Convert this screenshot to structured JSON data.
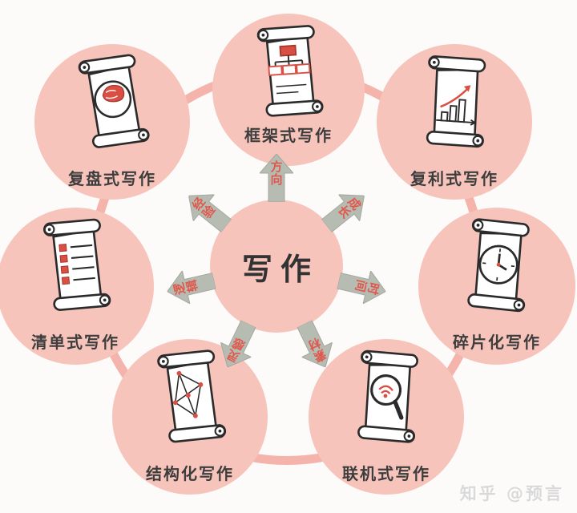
{
  "center": {
    "label": "写作"
  },
  "nodes": [
    {
      "position": "top",
      "label": "框架式写作",
      "icon": "org-chart-icon"
    },
    {
      "position": "top-right",
      "label": "复利式写作",
      "icon": "growth-chart-icon"
    },
    {
      "position": "right",
      "label": "碎片化写作",
      "icon": "clock-icon"
    },
    {
      "position": "bottom-right",
      "label": "联机式写作",
      "icon": "magnifier-wifi-icon"
    },
    {
      "position": "bottom-left",
      "label": "结构化写作",
      "icon": "structure-diagram-icon"
    },
    {
      "position": "left",
      "label": "清单式写作",
      "icon": "checklist-icon"
    },
    {
      "position": "top-left",
      "label": "复盘式写作",
      "icon": "brain-icon"
    }
  ],
  "arrows": [
    {
      "direction": "up",
      "target": "框架式写作",
      "label": "方向"
    },
    {
      "direction": "up-right",
      "target": "复利式写作",
      "label": "成长"
    },
    {
      "direction": "right",
      "target": "碎片化写作",
      "label": "时间"
    },
    {
      "direction": "down-right",
      "target": "联机式写作",
      "label": "素材"
    },
    {
      "direction": "down-left",
      "target": "结构化写作",
      "label": "灵感"
    },
    {
      "direction": "left",
      "target": "清单式写作",
      "label": "逻辑"
    },
    {
      "direction": "up-left",
      "target": "复盘式写作",
      "label": "经验"
    }
  ],
  "watermark": "知乎 @预言",
  "colors": {
    "circle_fill": "#f7c4bb",
    "ring_stroke": "#f5b4ab",
    "arrow_fill": "#b7bcb3",
    "arrow_text": "#e0584c",
    "accent_red": "#d94f43",
    "outline_ink": "#2b2b2b",
    "label_text": "#3d3d3d",
    "watermark_text": "#d9d9d9"
  }
}
